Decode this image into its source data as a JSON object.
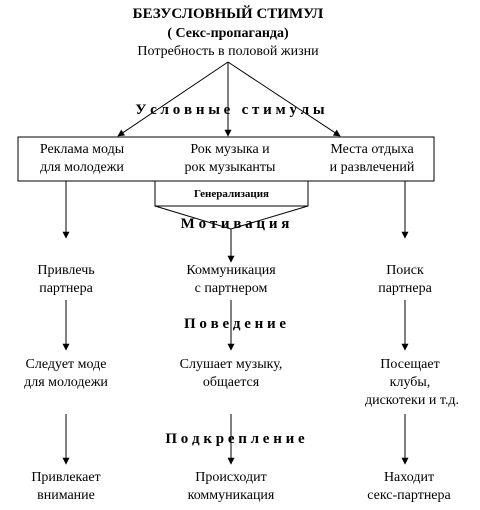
{
  "header": {
    "title": "БЕЗУСЛОВНЫЙ  СТИМУЛ",
    "subtitle": "( Секс-пропаганда)",
    "need": "Потребность в половой жизни"
  },
  "levels": {
    "conditioned": "У с л о в н ы е   с т и м у л ы",
    "motivation": "М о т и в а ц и я",
    "behavior": "П о в е д е н и е",
    "reinforcement": "П о д к р е п л е н и е"
  },
  "stimuli": [
    [
      "Реклама моды",
      "для молодежи"
    ],
    [
      "Рок  музыка и",
      "рок музыканты"
    ],
    [
      "Места отдыха",
      "и  развлечений"
    ]
  ],
  "generalization": "Генерализация",
  "motives": [
    [
      "Привлечь",
      "партнера"
    ],
    [
      "Коммуникация",
      "с партнером"
    ],
    [
      "Поиск",
      "партнера"
    ]
  ],
  "behaviors": [
    [
      "Следует моде",
      "для молодежи"
    ],
    [
      "Слушает музыку,",
      "общается"
    ],
    [
      "Посещает",
      "клубы,",
      "дискотеки и т.д."
    ]
  ],
  "outcomes": [
    [
      "Привлекает",
      "внимание"
    ],
    [
      "Происходит",
      "коммуникация"
    ],
    [
      "Находит",
      "секс-партнера"
    ]
  ]
}
